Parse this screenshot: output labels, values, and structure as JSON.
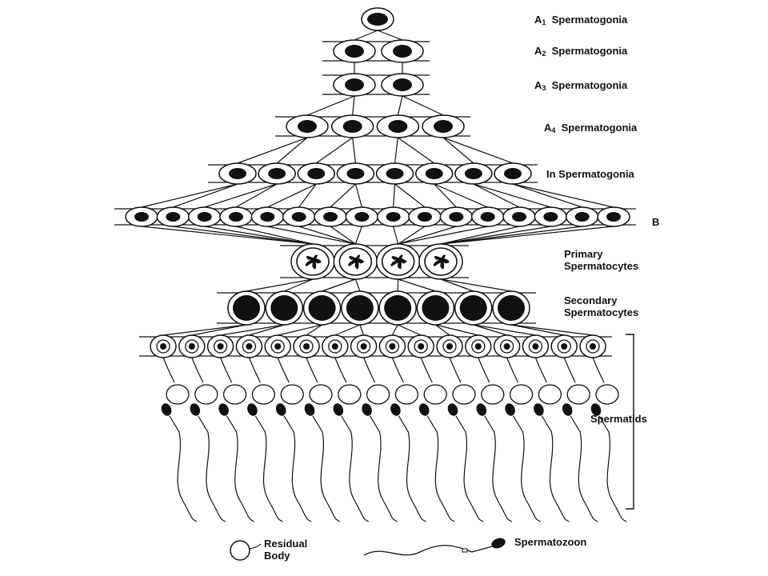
{
  "labels": {
    "a1": {
      "prefix": "A",
      "sub": "1",
      "text": "Spermatogonia"
    },
    "a2": {
      "prefix": "A",
      "sub": "2",
      "text": "Spermatogonia"
    },
    "a3": {
      "prefix": "A",
      "sub": "3",
      "text": "Spermatogonia"
    },
    "a4": {
      "prefix": "A",
      "sub": "4",
      "text": "Spermatogonia"
    },
    "in_spermatogonia": "In Spermatogonia",
    "b": "B",
    "primary_line1": "Primary",
    "primary_line2": "Spermatocytes",
    "secondary_line1": "Secondary",
    "secondary_line2": "Spermatocytes",
    "spermatids": "Spermatids",
    "residual_line1": "Residual",
    "residual_line2": "Body",
    "spermatozoon": "Spermatozoon"
  },
  "rows": [
    {
      "stage": "A1",
      "cells": 1
    },
    {
      "stage": "A2",
      "cells": 2
    },
    {
      "stage": "A3",
      "cells": 2
    },
    {
      "stage": "A4",
      "cells": 4
    },
    {
      "stage": "In",
      "cells": 8
    },
    {
      "stage": "B",
      "cells": 16
    },
    {
      "stage": "Primary Spermatocytes",
      "cells": 4
    },
    {
      "stage": "Secondary Spermatocytes",
      "cells": 8
    },
    {
      "stage": "Spermatids",
      "cells": 16
    }
  ],
  "colors": {
    "ink": "#111111",
    "background": "#ffffff"
  }
}
